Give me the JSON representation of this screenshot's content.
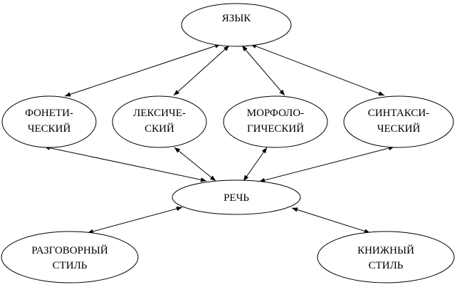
{
  "nodes": {
    "yazyk": {
      "lines": [
        "ЯЗЫК"
      ]
    },
    "foneticheskiy": {
      "lines": [
        "ФОНЕТИ-",
        "ЧЕСКИЙ"
      ]
    },
    "leksicheskiy": {
      "lines": [
        "ЛЕКСИЧЕ-",
        "СКИЙ"
      ]
    },
    "morfologicheskiy": {
      "lines": [
        "МОРФОЛО-",
        "ГИЧЕСКИЙ"
      ]
    },
    "sintaksicheskiy": {
      "lines": [
        "СИНТАКСИ-",
        "ЧЕСКИЙ"
      ]
    },
    "rech": {
      "lines": [
        "РЕЧЬ"
      ]
    },
    "razgovorny": {
      "lines": [
        "РАЗГОВОРНЫЙ",
        "СТИЛЬ"
      ]
    },
    "knizhny": {
      "lines": [
        "КНИЖНЫЙ",
        "СТИЛЬ"
      ]
    }
  },
  "edges": [
    {
      "from": "yazyk",
      "to": "foneticheskiy",
      "arrows": "both"
    },
    {
      "from": "yazyk",
      "to": "leksicheskiy",
      "arrows": "both"
    },
    {
      "from": "yazyk",
      "to": "morfologicheskiy",
      "arrows": "both"
    },
    {
      "from": "yazyk",
      "to": "sintaksicheskiy",
      "arrows": "both"
    },
    {
      "from": "foneticheskiy",
      "to": "rech",
      "arrows": "both"
    },
    {
      "from": "leksicheskiy",
      "to": "rech",
      "arrows": "both"
    },
    {
      "from": "morfologicheskiy",
      "to": "rech",
      "arrows": "both"
    },
    {
      "from": "sintaksicheskiy",
      "to": "rech",
      "arrows": "both"
    },
    {
      "from": "rech",
      "to": "razgovorny",
      "arrows": "both"
    },
    {
      "from": "rech",
      "to": "knizhny",
      "arrows": "both"
    }
  ]
}
